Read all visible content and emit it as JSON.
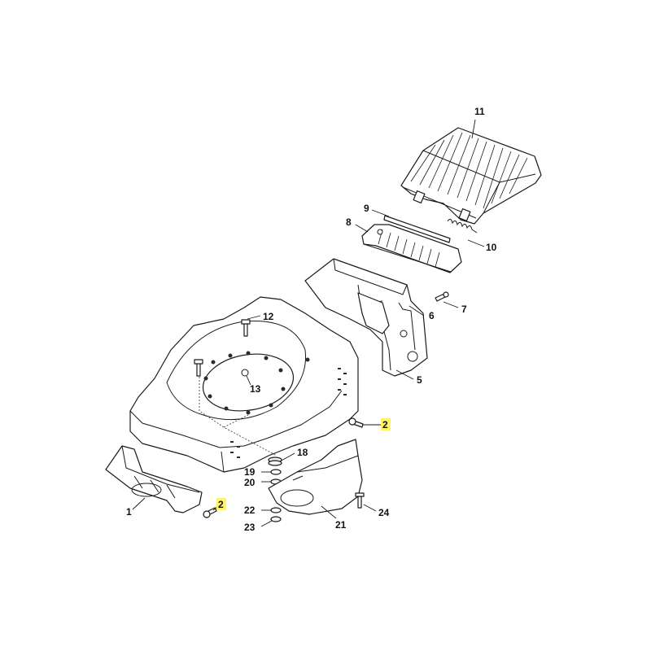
{
  "callouts": [
    {
      "id": "c11",
      "text": "11"
    },
    {
      "id": "c9",
      "text": "9"
    },
    {
      "id": "c8",
      "text": "8"
    },
    {
      "id": "c10",
      "text": "10"
    },
    {
      "id": "c7",
      "text": "7"
    },
    {
      "id": "c6",
      "text": "6"
    },
    {
      "id": "c12",
      "text": "12"
    },
    {
      "id": "c13",
      "text": "13"
    },
    {
      "id": "c5",
      "text": "5"
    },
    {
      "id": "c2a",
      "text": "2",
      "highlighted": true
    },
    {
      "id": "c18",
      "text": "18"
    },
    {
      "id": "c19",
      "text": "19"
    },
    {
      "id": "c20",
      "text": "20"
    },
    {
      "id": "c22",
      "text": "22"
    },
    {
      "id": "c23",
      "text": "23"
    },
    {
      "id": "c21",
      "text": "21"
    },
    {
      "id": "c24",
      "text": "24"
    },
    {
      "id": "c1",
      "text": "1"
    },
    {
      "id": "c2b",
      "text": "2",
      "highlighted": true
    }
  ],
  "colors": {
    "line": "#1a1a1a",
    "highlight": "#fff36b",
    "background": "#ffffff"
  }
}
